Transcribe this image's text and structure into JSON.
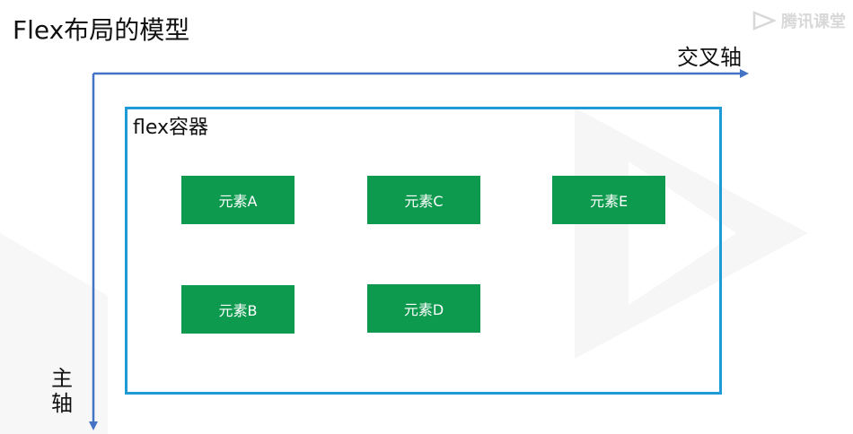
{
  "title": "Flex布局的模型",
  "watermark": {
    "icon": "play-logo-icon",
    "text": "腾讯课堂"
  },
  "axes": {
    "cross_axis_label": "交叉轴",
    "main_axis_label": "主轴",
    "color": "#4472c4"
  },
  "container": {
    "label": "flex容器",
    "border_color": "#1e9ad6"
  },
  "items": [
    {
      "label": "元素A"
    },
    {
      "label": "元素B"
    },
    {
      "label": "元素C"
    },
    {
      "label": "元素D"
    },
    {
      "label": "元素E"
    }
  ],
  "item_color": "#0e9a4e"
}
